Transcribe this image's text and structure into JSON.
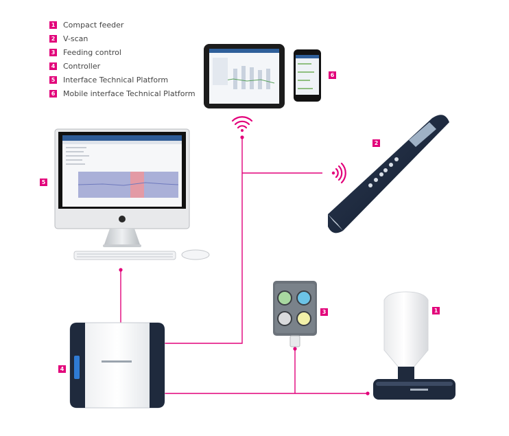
{
  "legend": {
    "items": [
      {
        "number": "1",
        "label": "Compact feeder"
      },
      {
        "number": "2",
        "label": "V-scan"
      },
      {
        "number": "3",
        "label": "Feeding control"
      },
      {
        "number": "4",
        "label": "Controller"
      },
      {
        "number": "5",
        "label": "Interface Technical Platform"
      },
      {
        "number": "6",
        "label": "Mobile interface Technical Platform"
      }
    ]
  },
  "callouts": {
    "tablet_phone": "6",
    "vscan": "2",
    "computer": "5",
    "feeding_control": "3",
    "compact_feeder": "1",
    "controller": "4"
  },
  "colors": {
    "accent": "#e2007a",
    "device_dark": "#1f2a3d",
    "button_green": "#a8d8a0",
    "button_blue": "#6cc3e6",
    "button_yellow": "#f2f0a8"
  },
  "icons": [
    "wifi-icon",
    "wireless-signal-icon",
    "apple-logo-icon"
  ]
}
